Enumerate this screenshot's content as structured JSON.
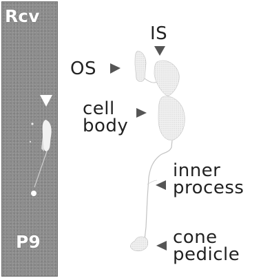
{
  "panel": {
    "top_label": "Rcv",
    "bottom_label": "P9"
  },
  "labels": {
    "is": "IS",
    "os": "OS",
    "cell_body_line1": "cell",
    "cell_body_line2": "body",
    "inner_process_line1": "inner",
    "inner_process_line2": "process",
    "cone_pedicle_line1": "cone",
    "cone_pedicle_line2": "pedicle"
  },
  "colors": {
    "panel_bg": "#8e8e8e",
    "cell_fill": "#e6e6e6",
    "arrow": "#555555",
    "text": "#222222"
  }
}
